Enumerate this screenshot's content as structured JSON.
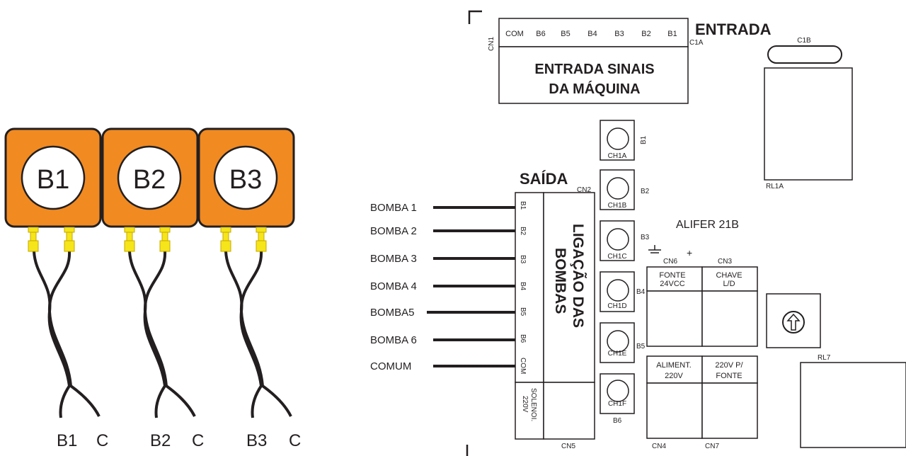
{
  "colors": {
    "pump_body": "#f18a21",
    "pump_outline": "#231f20",
    "connector": "#f5e51a",
    "connector_stroke": "#c9a800",
    "line": "#231f20"
  },
  "pumps": [
    {
      "label": "B1",
      "wire_label": "B1",
      "common_label": "C"
    },
    {
      "label": "B2",
      "wire_label": "B2",
      "common_label": "C"
    },
    {
      "label": "B3",
      "wire_label": "B3",
      "common_label": "C"
    }
  ],
  "entrada": {
    "title": "ENTRADA",
    "connector_ref": "CN1",
    "cap_ref": "C1A",
    "pins": [
      "COM",
      "B6",
      "B5",
      "B4",
      "B3",
      "B2",
      "B1"
    ],
    "description_line1": "ENTRADA SINAIS",
    "description_line2": "DA MÁQUINA"
  },
  "saida": {
    "title": "SAÍDA",
    "connector_ref": "CN2",
    "outputs": [
      "BOMBA 1",
      "BOMBA 2",
      "BOMBA 3",
      "BOMBA 4",
      "BOMBA5",
      "BOMBA 6",
      "COMUM"
    ],
    "pins": [
      "B1",
      "B2",
      "B3",
      "B4",
      "B5",
      "B6",
      "COM"
    ],
    "description_line1": "LIGAÇÃO DAS",
    "description_line2": "BOMBAS",
    "solenoid_line1": "SOLENOI.",
    "solenoid_line2": "220V",
    "solenoid_ref": "CN5"
  },
  "switches": [
    {
      "ref": "CH1A",
      "label": "B1"
    },
    {
      "ref": "CH1B",
      "label": "B2"
    },
    {
      "ref": "CH1C",
      "label": "B3"
    },
    {
      "ref": "CH1D",
      "label": "B4"
    },
    {
      "ref": "CH1E",
      "label": "B5"
    },
    {
      "ref": "CH1F",
      "label": "B6"
    }
  ],
  "board_name": "ALIFER 21B",
  "relay_top": {
    "cap_ref": "C1B",
    "ref": "RL1A"
  },
  "power_block": {
    "ground_ref": "CN6",
    "plus": "+",
    "chave_ref": "CN3",
    "fonte_line1": "FONTE",
    "fonte_line2": "24VCC",
    "chave_line1": "CHAVE",
    "chave_line2": "L/D"
  },
  "mains_block": {
    "aliment_line1": "ALIMENT.",
    "aliment_line2": "220V",
    "fonte_line1": "220V P/",
    "fonte_line2": "FONTE",
    "ref_left": "CN4",
    "ref_right": "CN7"
  },
  "relay_bottom": {
    "ref": "RL7"
  }
}
